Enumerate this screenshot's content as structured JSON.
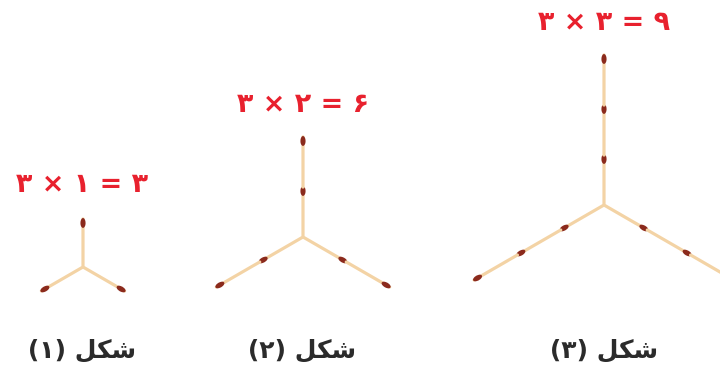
{
  "colors": {
    "equation": "#e8212e",
    "caption": "#2b2b2b",
    "stick": "#f3d3a5",
    "stick_edge": "#d9b07e",
    "match_head": "#8b2a1c"
  },
  "figures": [
    {
      "caption": "شکل (۱)",
      "equation": "۳ × ۱ = ۳",
      "matches_per_arm": 1
    },
    {
      "caption": "شکل (۲)",
      "equation": "۳ × ۲ = ۶",
      "matches_per_arm": 2
    },
    {
      "caption": "شکل (۳)",
      "equation": "۳ × ۳ = ۹",
      "matches_per_arm": 3
    }
  ]
}
